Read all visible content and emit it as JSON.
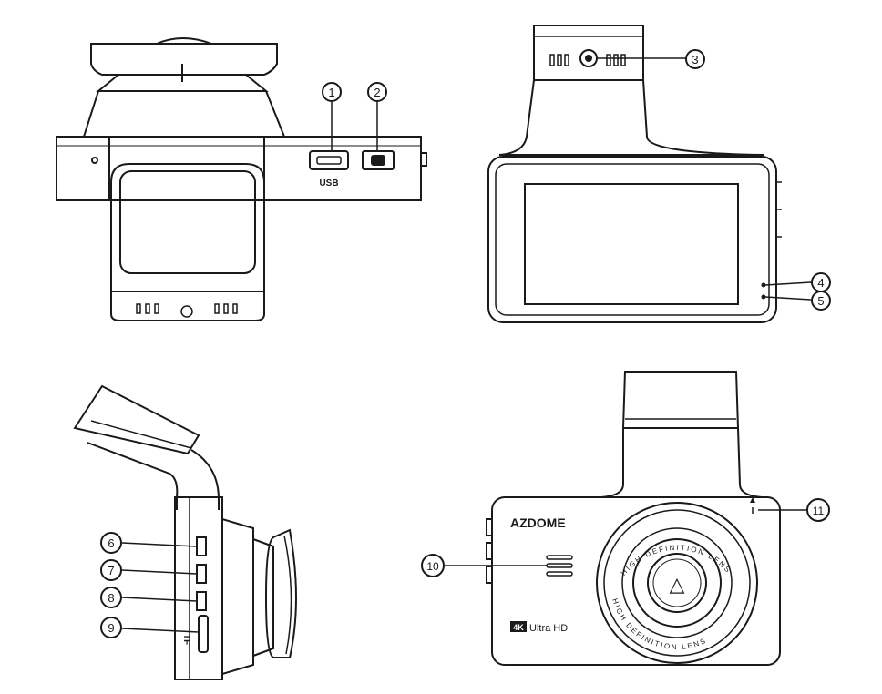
{
  "callouts": [
    "1",
    "2",
    "3",
    "4",
    "5",
    "6",
    "7",
    "8",
    "9",
    "10",
    "11"
  ],
  "labels": {
    "usb": "USB",
    "brand": "AZDOME",
    "badge": "4K",
    "ultra_hd": "Ultra HD",
    "lens_ring_text": "HIGH DEFINITION LENS",
    "tf": "TF",
    "lens_symbol": "△"
  },
  "colors": {
    "line": "#1a1a1a",
    "light_fill": "#f2f2f2",
    "background": "#ffffff"
  }
}
